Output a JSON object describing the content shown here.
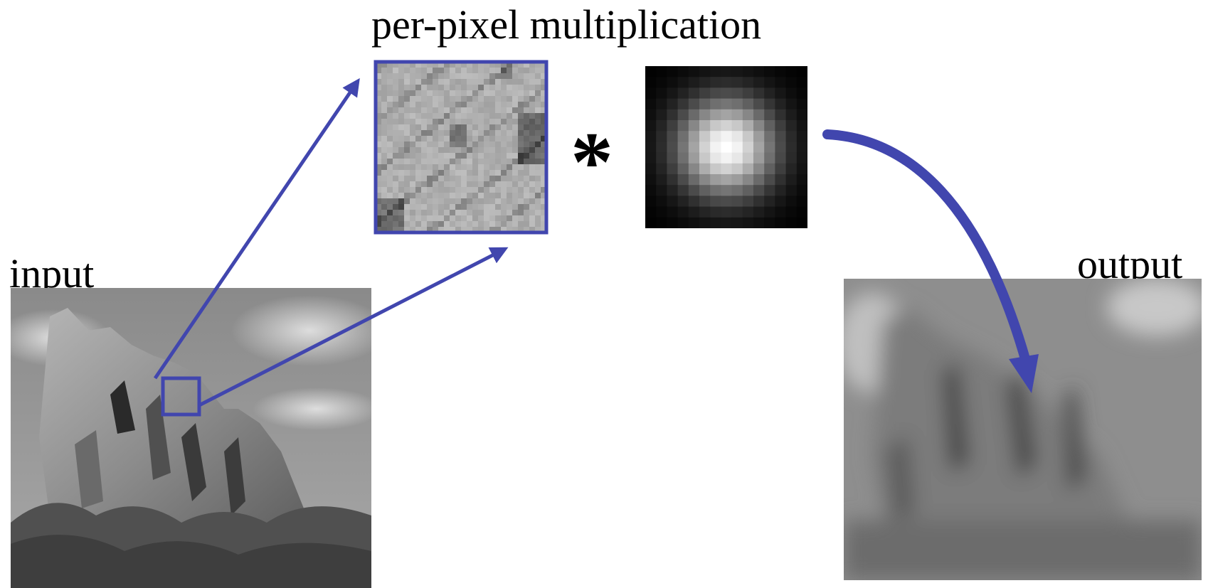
{
  "labels": {
    "title": "per-pixel multiplication",
    "input": "input",
    "output": "output",
    "operator": "*"
  },
  "colors": {
    "accent": "#4146AE",
    "background": "#FFFFFF"
  }
}
